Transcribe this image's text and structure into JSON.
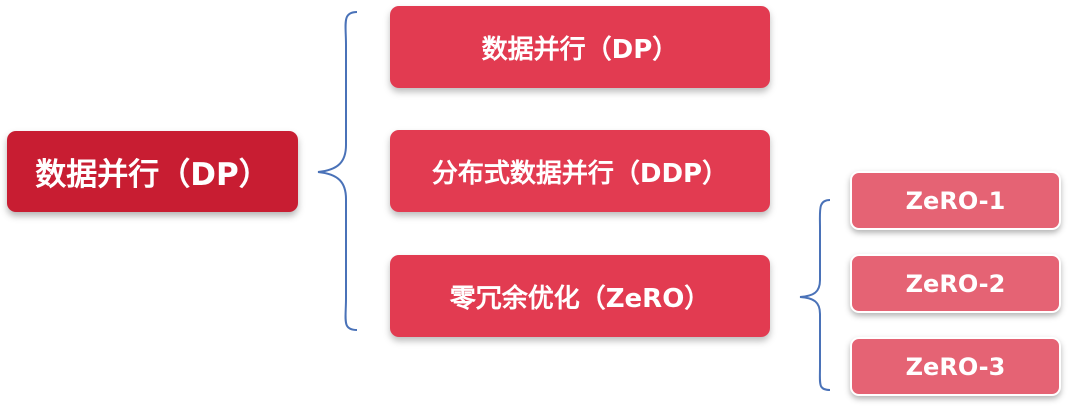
{
  "root": {
    "label": "数据并行（DP）"
  },
  "level1": [
    {
      "label": "数据并行（DP）"
    },
    {
      "label": "分布式数据并行（DDP）"
    },
    {
      "label": "零冗余优化（ZeRO）"
    }
  ],
  "zero_stages": [
    {
      "label": "ZeRO-1"
    },
    {
      "label": "ZeRO-2"
    },
    {
      "label": "ZeRO-3"
    }
  ],
  "colors": {
    "root": "#c81d32",
    "level1": "#e23b51",
    "leaf": "#e56374",
    "bracket": "#4a72b8"
  }
}
